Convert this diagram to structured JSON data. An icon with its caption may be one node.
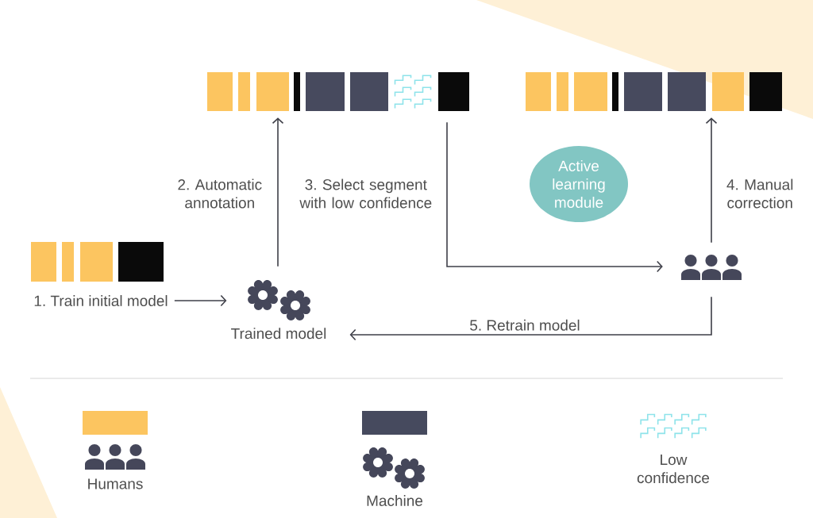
{
  "diagram": {
    "nodes": [
      {
        "text": [],
        "shape": "bar"
      },
      {
        "text": [],
        "shape": "bar"
      },
      {
        "text": [
          "Active learning module"
        ]
      },
      {
        "text": [],
        "shape": "bar"
      },
      {
        "text": [],
        "shape": "person"
      },
      {
        "text": [
          "1. Train initial model"
        ]
      },
      {
        "text": [
          "Trained model"
        ]
      }
    ],
    "edges": [
      {
        "from": 5,
        "to": 6,
        "arrow": "to"
      },
      {
        "from": 6,
        "to": 0,
        "arrow": "to",
        "label": "2. Automatic annotation"
      },
      {
        "from": 0,
        "to": 4,
        "arrow": "to",
        "label": "3. Select segment with low confidence"
      },
      {
        "from": 4,
        "to": 1,
        "arrow": "to",
        "label": "4. Manual correction"
      },
      {
        "from": 4,
        "to": 6,
        "arrow": "to",
        "label": "5. Retrain model"
      }
    ],
    "legend": [
      {
        "text": "Humans",
        "color": "#fcc560"
      },
      {
        "text": "Machine",
        "color": "#464a5e"
      },
      {
        "text": "Low confidence"
      }
    ]
  }
}
